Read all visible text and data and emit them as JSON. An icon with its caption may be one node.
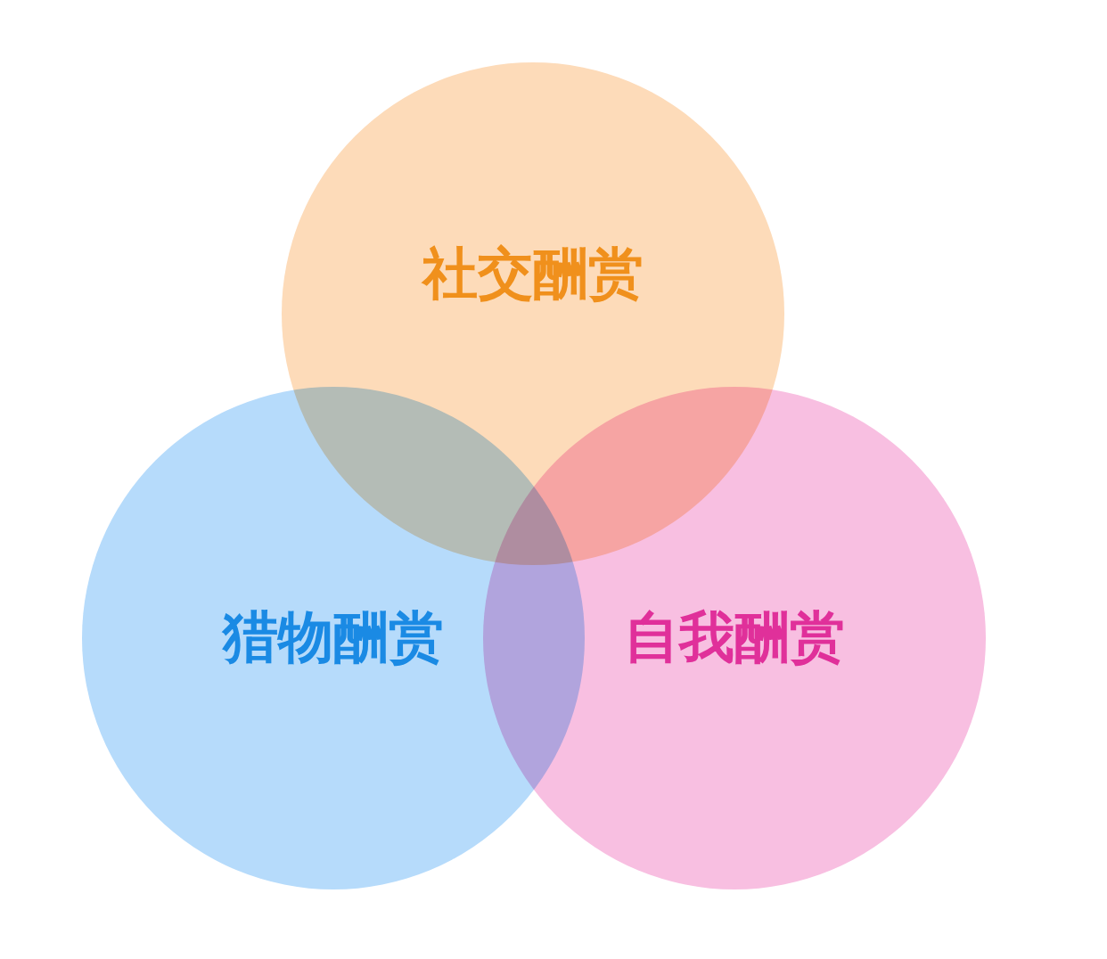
{
  "diagram": {
    "nodes": [
      {
        "text": [
          "社交酬赏"
        ]
      },
      {
        "text": [
          "猎物酬赏"
        ]
      },
      {
        "text": [
          "自我酬赏"
        ]
      }
    ],
    "edges": []
  }
}
